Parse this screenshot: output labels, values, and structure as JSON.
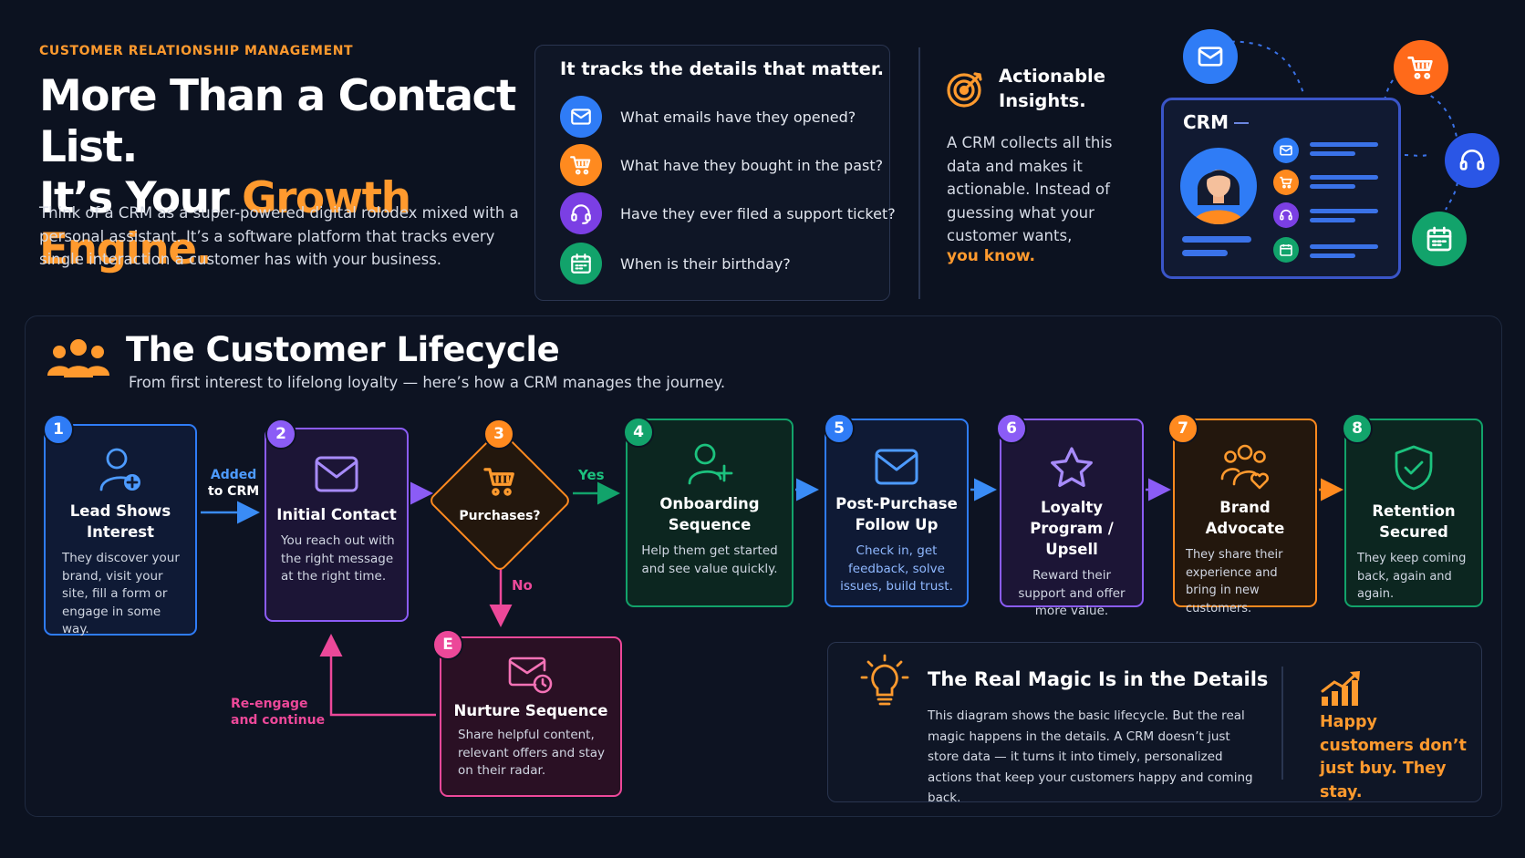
{
  "hero": {
    "eyebrow": "CUSTOMER RELATIONSHIP MANAGEMENT",
    "title_line1": "More Than a Contact List.",
    "title_line2_prefix": "It’s Your ",
    "title_line2_accent": "Growth Engine.",
    "body": "Think of a CRM as a super-powered digital rolodex mixed with a personal assistant. It’s a software platform that tracks every single interaction a customer has with your business."
  },
  "tracks": {
    "title": "It tracks the details that matter.",
    "items": [
      {
        "text": "What emails have they opened?",
        "icon": "mail-icon",
        "color": "#2f7cf6"
      },
      {
        "text": "What have they bought in the past?",
        "icon": "cart-icon",
        "color": "#ff8a1f"
      },
      {
        "text": "Have they ever filed a support ticket?",
        "icon": "headset-icon",
        "color": "#7b3fe4"
      },
      {
        "text": "When is their birthday?",
        "icon": "calendar-icon",
        "color": "#12a36b"
      }
    ]
  },
  "insights": {
    "title": "Actionable Insights.",
    "body": "A CRM collects all this data and makes it actionable. Instead of guessing what your customer wants,",
    "accent": "you know."
  },
  "crm_illustration": {
    "label": "CRM"
  },
  "lifecycle": {
    "title": "The Customer Lifecycle",
    "subtitle": "From first interest to lifelong loyalty — here’s how a CRM manages the journey.",
    "steps": [
      {
        "badge": "1",
        "title": "Lead Shows Interest",
        "desc": "They discover your brand, visit your site, fill a form or engage in some way.",
        "color": "#2f7cf6"
      },
      {
        "badge": "2",
        "title": "Initial Contact",
        "desc": "You reach out with the right message at the right time.",
        "color": "#8b5cf6"
      },
      {
        "badge": "3",
        "title": "Purchases?",
        "color": "#ff8a1f"
      },
      {
        "badge": "4",
        "title": "Onboarding Sequence",
        "desc": "Help them get started and see value quickly.",
        "color": "#12a36b"
      },
      {
        "badge": "5",
        "title": "Post-Purchase Follow Up",
        "desc": "Check in, get feedback, solve issues, build trust.",
        "color": "#2f7cf6"
      },
      {
        "badge": "6",
        "title": "Loyalty Program / Upsell",
        "desc": "Reward their support and offer more value.",
        "color": "#8b5cf6"
      },
      {
        "badge": "7",
        "title": "Brand Advocate",
        "desc": "They share their experience and bring in new customers.",
        "color": "#ff8a1f"
      },
      {
        "badge": "8",
        "title": "Retention Secured",
        "desc": "They keep coming back, again and again.",
        "color": "#12a36b"
      }
    ],
    "nurture": {
      "badge": "E",
      "title": "Nurture Sequence",
      "desc": "Share helpful content, relevant offers and stay on their radar.",
      "color": "#ec4899"
    },
    "labels": {
      "added_line1": "Added",
      "added_line2": "to CRM",
      "yes": "Yes",
      "no": "No",
      "reengage_line1": "Re-engage",
      "reengage_line2": "and continue"
    }
  },
  "magic": {
    "title": "The Real Magic Is in the Details",
    "body": "This diagram shows the basic lifecycle. But the real magic happens in the details. A CRM doesn’t just store data — it turns it into timely, personalized actions that keep your customers happy and coming back.",
    "accent": "Happy customers don’t just buy. They stay."
  }
}
